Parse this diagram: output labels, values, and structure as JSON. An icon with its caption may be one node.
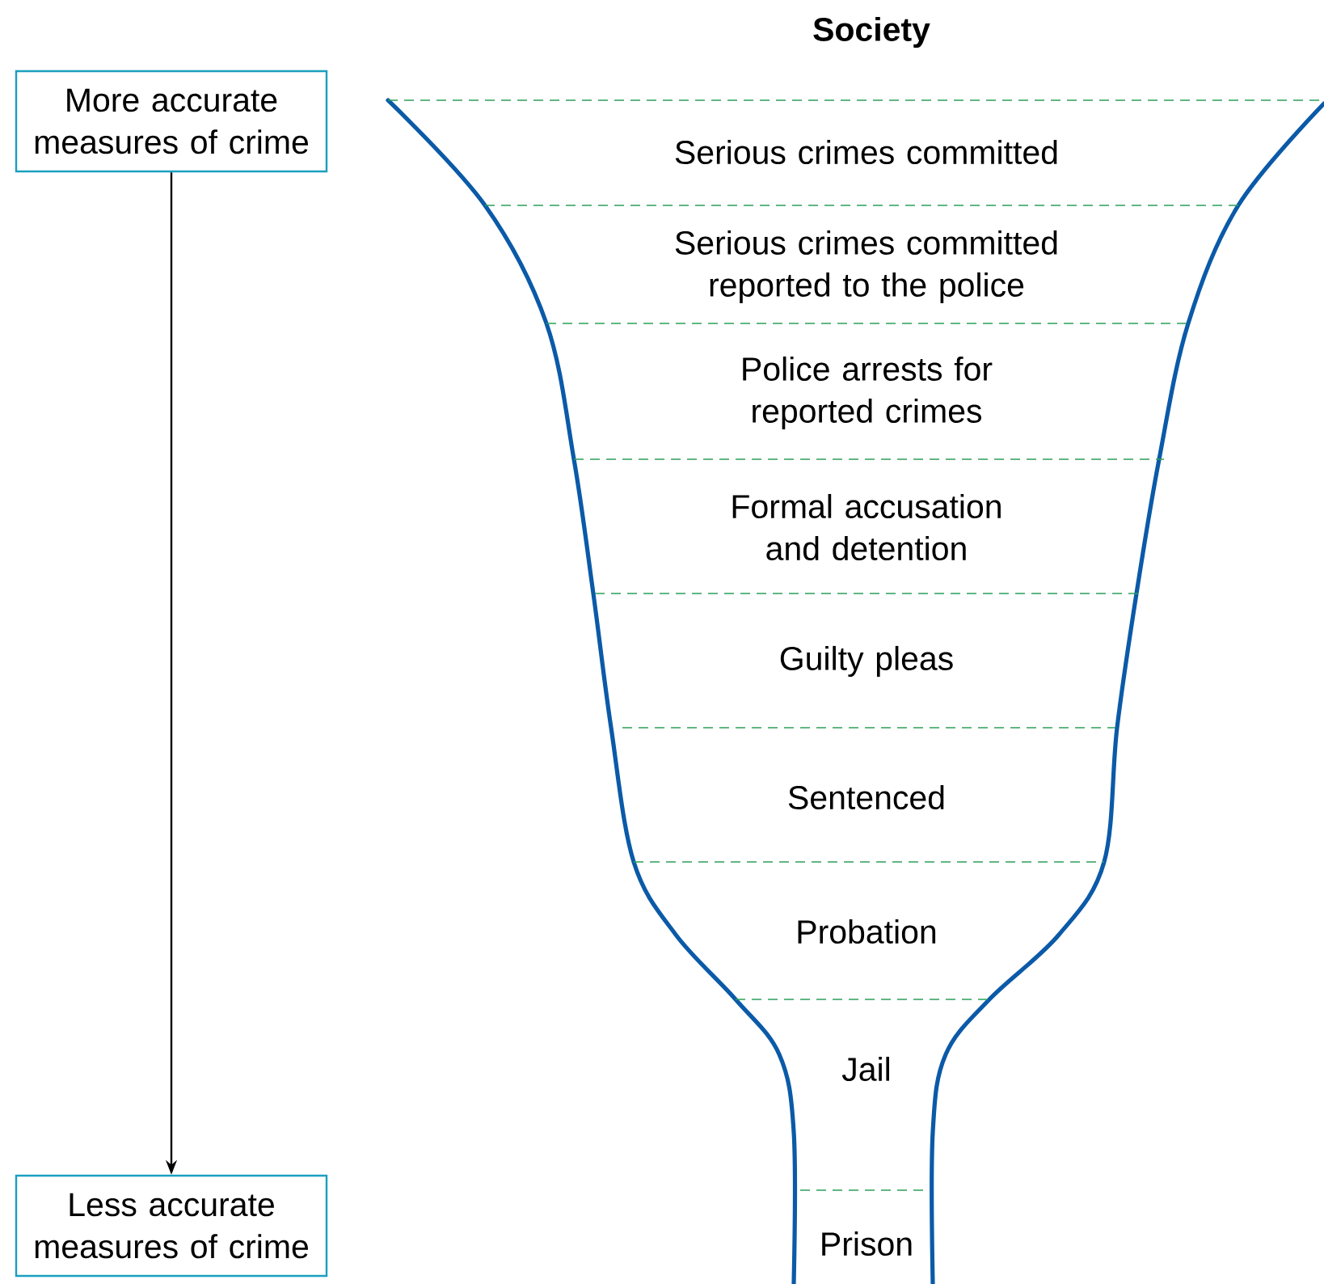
{
  "diagram": {
    "title": "Society",
    "nodes": [
      {
        "text": [
          "More accurate measures of crime"
        ]
      },
      {
        "text": [
          "Less accurate measures of crime"
        ]
      }
    ],
    "edges": [
      {
        "from": 0,
        "to": 1,
        "arrow": "to"
      }
    ],
    "labels": [
      "Serious crimes committed",
      "Serious crimes committed reported to the police",
      "Police arrests for reported crimes",
      "Formal accusation and detention",
      "Guilty pleas",
      "Sentenced",
      "Probation",
      "Jail",
      "Prison"
    ]
  }
}
